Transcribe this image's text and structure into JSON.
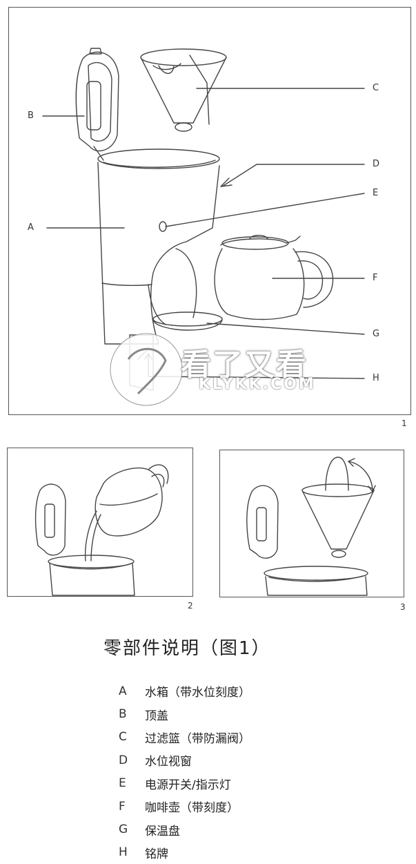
{
  "figure1": {
    "labels": {
      "A": "A",
      "B": "B",
      "C": "C",
      "D": "D",
      "E": "E",
      "F": "F",
      "G": "G",
      "H": "H"
    },
    "number": "1"
  },
  "figure2": {
    "number": "2"
  },
  "figure3": {
    "number": "3"
  },
  "watermark": {
    "chinese": "看了又看",
    "domain": "KLYKK.COM"
  },
  "section_title": "零部件说明（图1）",
  "parts": [
    {
      "letter": "A",
      "description": "水箱（带水位刻度）"
    },
    {
      "letter": "B",
      "description": "顶盖"
    },
    {
      "letter": "C",
      "description": "过滤篮（带防漏阀）"
    },
    {
      "letter": "D",
      "description": "水位视窗"
    },
    {
      "letter": "E",
      "description": "电源开关/指示灯"
    },
    {
      "letter": "F",
      "description": "咖啡壶（带刻度）"
    },
    {
      "letter": "G",
      "description": "保温盘"
    },
    {
      "letter": "H",
      "description": "铭牌"
    }
  ]
}
